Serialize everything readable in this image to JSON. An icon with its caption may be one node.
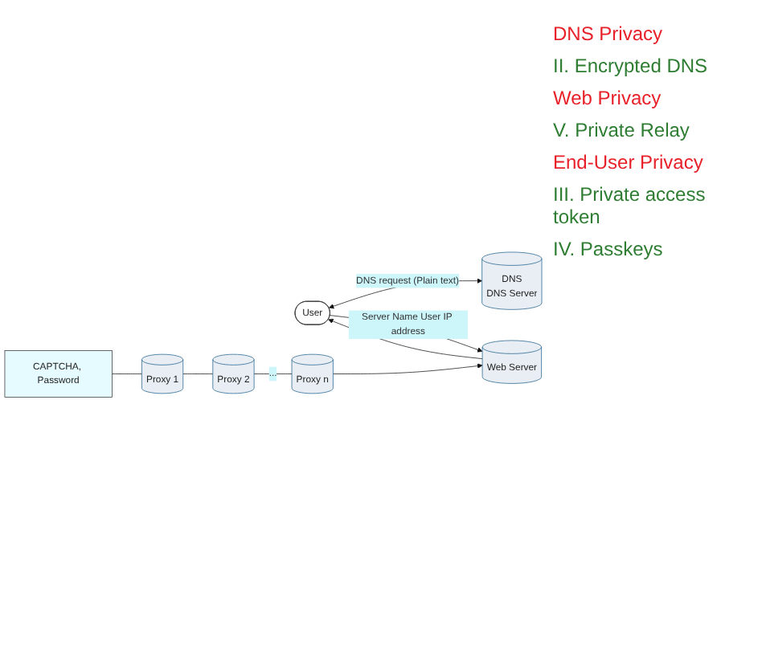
{
  "diagram": {
    "nodes": [
      {
        "text": [
          "DNS",
          "DNS Server"
        ]
      },
      {
        "text": [
          "User"
        ]
      },
      {
        "text": [
          "Web Server"
        ]
      },
      {
        "text": [
          "CAPTCHA, Password"
        ]
      },
      {
        "text": [
          "Proxy 1"
        ]
      },
      {
        "text": [
          "Proxy 2"
        ]
      },
      {
        "text": [
          "Proxy n"
        ]
      }
    ],
    "edges": [
      {
        "from": 1,
        "to": 0,
        "arrow": "both",
        "label": "DNS request (Plain text)"
      },
      {
        "from": 1,
        "to": 2,
        "arrow": "to",
        "label": "Server Name User IP address"
      },
      {
        "from": 2,
        "to": 1,
        "arrow": "to"
      },
      {
        "from": 3,
        "to": 4,
        "arrow": "none"
      },
      {
        "from": 4,
        "to": 5,
        "arrow": "none"
      },
      {
        "from": 5,
        "to": 6,
        "arrow": "none",
        "label": "..."
      },
      {
        "from": 6,
        "to": 2,
        "arrow": "to"
      }
    ],
    "labels": [
      "DNS Privacy",
      "II. Encrypted DNS",
      "Web Privacy",
      "V. Private Relay",
      "End-User Privacy",
      "III. Private access token",
      "IV. Passkeys"
    ]
  }
}
